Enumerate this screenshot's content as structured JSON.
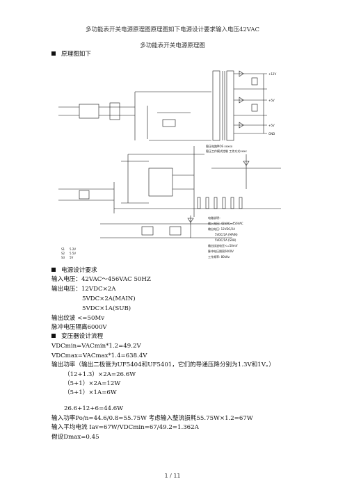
{
  "header": {
    "doc_title": "多功能表开关电源原理图原理图如下电源设计要求输入电压42VAC",
    "page_title": "多功能表开关电源原理图"
  },
  "section_schematic": {
    "heading": "原理图如下"
  },
  "schematic": {
    "notes": [
      "电路说明：",
      "输入电压: 42VAC~456VAC",
      "输出电压: 12VDC/2A",
      "5VDC/2A (MAIN)",
      "5VDC/1A (SUB)",
      "输出纹波电压<=50mV",
      "脉冲电压隔离6000V",
      "工作频率: 80kHz"
    ],
    "mid_labels": [
      "稳压电路MOS xxxxx",
      "稳压工作模式控制  工作方式xxxx"
    ],
    "out_labels": [
      "+12V",
      "+5V",
      "+5V",
      "GND"
    ],
    "left_labels": [
      "S1",
      "5.2V",
      "S2",
      "5.5V",
      "S3",
      "5V"
    ],
    "icon_name": "circuit-schematic-image"
  },
  "section_requirements": {
    "heading": "电源设计要求",
    "lines": [
      "输入电压：42VAC～456VAC 50HZ",
      "输出电压：12VDC×2A",
      "5VDC×2A(MAIN)",
      "5VDC×1A(SUB)",
      "输出纹波 <=50Mv",
      "脉冲电压隔离6000V"
    ]
  },
  "section_transformer": {
    "heading": "变压器设计流程",
    "lines": [
      "VDCmin=VACmin*1.2=49.2V",
      "VDCmax=VACmax*1.4=638.4V",
      "输出功率（输出二极管为UF5404和UF5401，它们的导通压降分别为1.3V和1V。）",
      "（12+1.3）×2A=26.6W",
      "（5+1）×2A=12W",
      "（5+1）×1A=6W",
      "26.6+12+6=44.6W",
      "输入功率Po/n=44.6/0.8=55.75W  考虑输入整流损耗55.75W×1.2=67W",
      "输入平均电流  Iav=67W/VDCmin=67/49.2=1.362A",
      "假设Dmax=0.45"
    ]
  },
  "footer": {
    "page_number": "1 / 11"
  }
}
